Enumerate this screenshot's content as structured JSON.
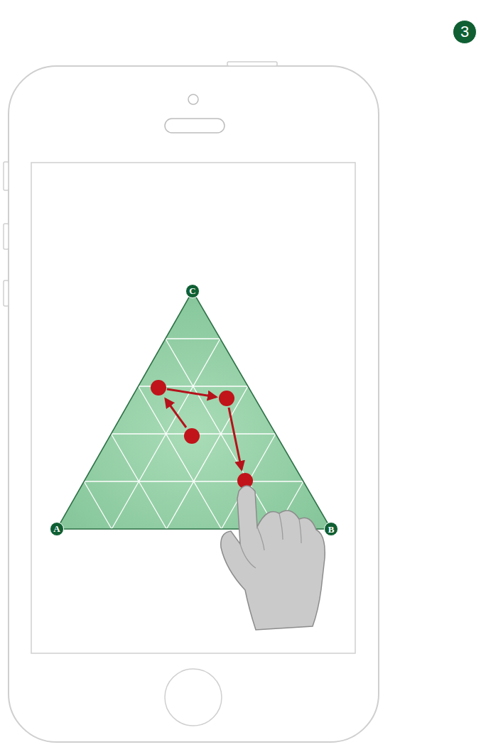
{
  "diagram": {
    "nodes": [
      {
        "text": [
          "3"
        ]
      },
      {
        "text": [
          "C"
        ]
      },
      {
        "text": [
          "A"
        ]
      },
      {
        "text": [
          "B"
        ]
      }
    ],
    "edges": [
      {
        "from": 1,
        "to": 2,
        "arrow": "none"
      },
      {
        "from": 2,
        "to": 3,
        "arrow": "none"
      },
      {
        "from": 3,
        "to": 1,
        "arrow": "none"
      }
    ]
  }
}
